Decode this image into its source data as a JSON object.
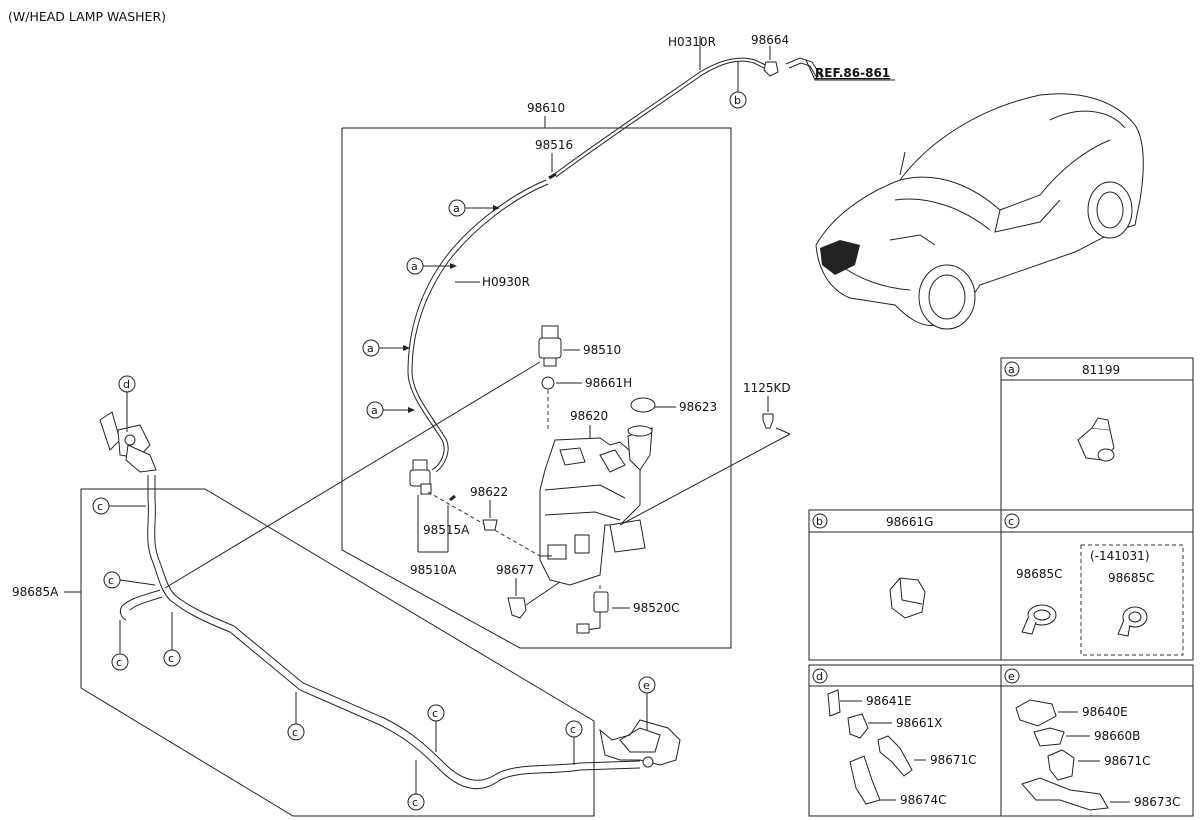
{
  "header": {
    "variant_note": "(W/HEAD LAMP WASHER)"
  },
  "reference": {
    "text": "REF.86-861"
  },
  "labels": {
    "H0310R": "H0310R",
    "p98664": "98664",
    "p98610": "98610",
    "p98516": "98516",
    "H0930R": "H0930R",
    "p98510": "98510",
    "p98661H": "98661H",
    "p98623": "98623",
    "p98620": "98620",
    "p1125KD": "1125KD",
    "p98622": "98622",
    "p98515A": "98515A",
    "p98510A": "98510A",
    "p98677": "98677",
    "p98520C": "98520C",
    "p98685A": "98685A"
  },
  "callouts": {
    "a": "a",
    "b": "b",
    "c": "c",
    "d": "d",
    "e": "e"
  },
  "legend": {
    "a": {
      "letter": "a",
      "part": "81199"
    },
    "b": {
      "letter": "b",
      "part": "98661G"
    },
    "c": {
      "letter": "c",
      "part_left": "98685C",
      "date_note": "(-141031)",
      "part_right": "98685C"
    },
    "d": {
      "letter": "d",
      "parts": [
        "98641E",
        "98661X",
        "98671C",
        "98674C"
      ]
    },
    "e": {
      "letter": "e",
      "parts": [
        "98640E",
        "98660B",
        "98671C",
        "98673C"
      ]
    }
  }
}
